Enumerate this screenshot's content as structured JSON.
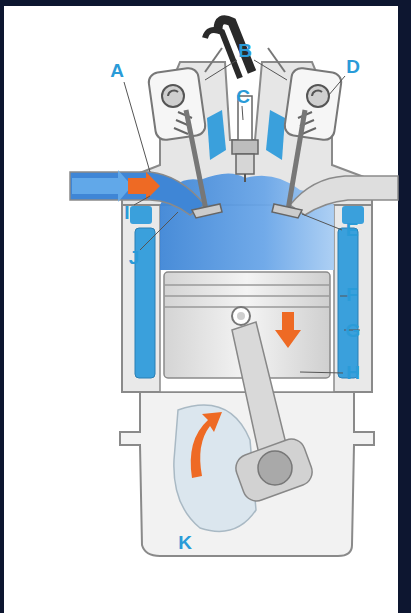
{
  "diagram": {
    "labels": [
      "A",
      "B",
      "C",
      "D",
      "I",
      "J",
      "E",
      "F",
      "G",
      "H",
      "K"
    ]
  }
}
